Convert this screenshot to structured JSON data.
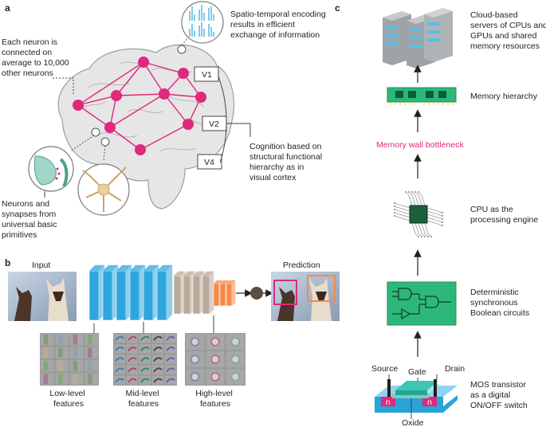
{
  "panel_a": {
    "letter": "a",
    "neuron_connections": [
      "Each neuron is",
      "connected on",
      "average to 10,000",
      "other neurons"
    ],
    "encoding": [
      "Spatio-temporal encoding",
      "results in efficient",
      "exchange of information"
    ],
    "cognition": [
      "Cognition based on",
      "structural functional",
      "hierarchy as in",
      "visual cortex"
    ],
    "synapses": [
      "Neurons and",
      "synapses from",
      "universal basic",
      "primitives"
    ],
    "areas": [
      "V1",
      "V2",
      "V4"
    ]
  },
  "panel_b": {
    "letter": "b",
    "input_label": "Input",
    "prediction_label": "Prediction",
    "low_level": [
      "Low-level",
      "features"
    ],
    "mid_level": [
      "Mid-level",
      "features"
    ],
    "high_level": [
      "High-level",
      "features"
    ]
  },
  "panel_c": {
    "letter": "c",
    "cloud": [
      "Cloud-based",
      "servers of CPUs and",
      "GPUs and shared",
      "memory resources"
    ],
    "memory_hierarchy": "Memory hierarchy",
    "bottleneck": "Memory wall bottleneck",
    "cpu": [
      "CPU as the",
      "processing engine"
    ],
    "circuits": [
      "Deterministic",
      "synchronous",
      "Boolean circuits"
    ],
    "transistor": [
      "MOS transistor",
      "as a digital",
      "ON/OFF switch"
    ],
    "source": "Source",
    "gate": "Gate",
    "drain": "Drain",
    "n_left": "n",
    "n_right": "n",
    "oxide": "Oxide"
  },
  "colors": {
    "neuron": "#e0287c",
    "cnn_blue": "#2ea6dc",
    "cnn_tan": "#b9ab9a",
    "cnn_orange": "#f58a4b",
    "chip_green": "#2db87a",
    "transistor_teal": "#3cc7b4",
    "substrate_blue": "#2aa3d8"
  },
  "icons": [
    "brain-icon",
    "server-icon",
    "memory-module-icon",
    "cpu-chip-icon",
    "logic-circuit-icon",
    "transistor-icon",
    "cat-photo",
    "feature-map-grid"
  ]
}
